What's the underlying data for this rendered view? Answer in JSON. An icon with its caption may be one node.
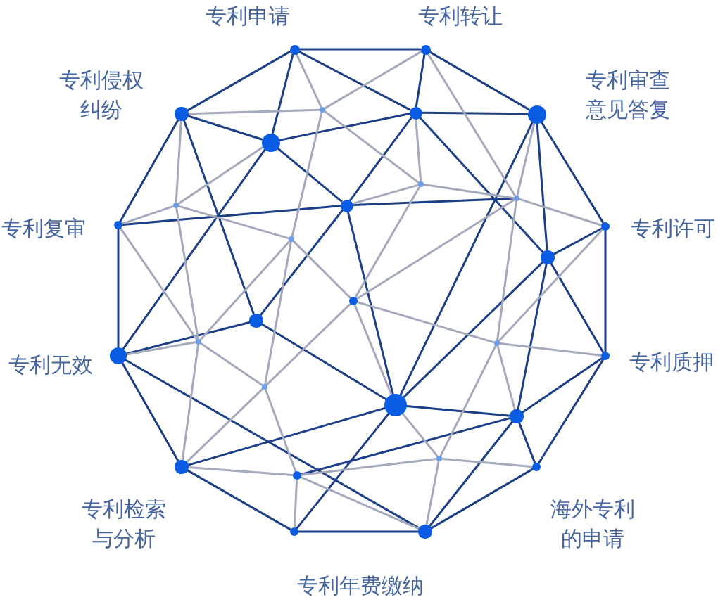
{
  "diagram": {
    "nodes": [
      {
        "text": [],
        "shape": "circle",
        "beside": [
          "专利申请"
        ]
      },
      {
        "text": [],
        "shape": "circle",
        "beside": [
          "专利转让"
        ]
      },
      {
        "text": [],
        "shape": "circle",
        "beside": [
          "专利侵权纠纷"
        ]
      },
      {
        "text": [],
        "shape": "circle"
      },
      {
        "text": [],
        "shape": "circle"
      },
      {
        "text": [],
        "shape": "circle",
        "beside": [
          "专利审查意见答复"
        ]
      },
      {
        "text": [],
        "shape": "circle"
      },
      {
        "text": [],
        "shape": "circle"
      },
      {
        "text": [],
        "shape": "circle"
      },
      {
        "text": [],
        "shape": "circle"
      },
      {
        "text": [],
        "shape": "circle"
      },
      {
        "text": [],
        "shape": "circle",
        "beside": [
          "专利复审"
        ]
      },
      {
        "text": [],
        "shape": "circle",
        "beside": [
          "专利许可"
        ]
      },
      {
        "text": [],
        "shape": "circle"
      },
      {
        "text": [],
        "shape": "circle"
      },
      {
        "text": [],
        "shape": "circle"
      },
      {
        "text": [],
        "shape": "circle"
      },
      {
        "text": [],
        "shape": "circle"
      },
      {
        "text": [],
        "shape": "circle"
      },
      {
        "text": [],
        "shape": "circle",
        "beside": [
          "专利无效"
        ]
      },
      {
        "text": [],
        "shape": "circle",
        "beside": [
          "专利质押"
        ]
      },
      {
        "text": [],
        "shape": "circle"
      },
      {
        "text": [],
        "shape": "circle"
      },
      {
        "text": [],
        "shape": "circle"
      },
      {
        "text": [],
        "shape": "circle"
      },
      {
        "text": [],
        "shape": "circle",
        "beside": [
          "专利检索与分析"
        ]
      },
      {
        "text": [],
        "shape": "circle",
        "beside": [
          "海外专利的申请"
        ]
      },
      {
        "text": [],
        "shape": "circle"
      },
      {
        "text": [],
        "shape": "circle"
      },
      {
        "text": [],
        "shape": "circle"
      }
    ],
    "edges": [
      {
        "from": 0,
        "to": 1,
        "arrow": "none"
      },
      {
        "from": 1,
        "to": 5,
        "arrow": "none"
      },
      {
        "from": 5,
        "to": 12,
        "arrow": "none"
      },
      {
        "from": 12,
        "to": 20,
        "arrow": "none"
      },
      {
        "from": 20,
        "to": 26,
        "arrow": "none"
      },
      {
        "from": 26,
        "to": 29,
        "arrow": "none"
      },
      {
        "from": 29,
        "to": 28,
        "arrow": "none"
      },
      {
        "from": 28,
        "to": 25,
        "arrow": "none"
      },
      {
        "from": 25,
        "to": 19,
        "arrow": "none"
      },
      {
        "from": 19,
        "to": 11,
        "arrow": "none"
      },
      {
        "from": 11,
        "to": 2,
        "arrow": "none"
      },
      {
        "from": 2,
        "to": 0,
        "arrow": "none"
      },
      {
        "from": 0,
        "to": 6,
        "arrow": "none"
      },
      {
        "from": 0,
        "to": 4,
        "arrow": "none"
      },
      {
        "from": 2,
        "to": 6,
        "arrow": "none"
      },
      {
        "from": 6,
        "to": 4,
        "arrow": "none"
      },
      {
        "from": 6,
        "to": 9,
        "arrow": "none"
      },
      {
        "from": 1,
        "to": 4,
        "arrow": "none"
      },
      {
        "from": 4,
        "to": 5,
        "arrow": "none"
      },
      {
        "from": 4,
        "to": 9,
        "arrow": "none"
      },
      {
        "from": 5,
        "to": 14,
        "arrow": "none"
      },
      {
        "from": 12,
        "to": 14,
        "arrow": "none"
      },
      {
        "from": 5,
        "to": 22,
        "arrow": "none"
      },
      {
        "from": 14,
        "to": 22,
        "arrow": "none"
      },
      {
        "from": 14,
        "to": 23,
        "arrow": "none"
      },
      {
        "from": 14,
        "to": 20,
        "arrow": "none"
      },
      {
        "from": 22,
        "to": 23,
        "arrow": "none"
      },
      {
        "from": 23,
        "to": 20,
        "arrow": "none"
      },
      {
        "from": 23,
        "to": 26,
        "arrow": "none"
      },
      {
        "from": 23,
        "to": 29,
        "arrow": "none"
      },
      {
        "from": 16,
        "to": 9,
        "arrow": "none"
      },
      {
        "from": 6,
        "to": 19,
        "arrow": "none"
      },
      {
        "from": 9,
        "to": 22,
        "arrow": "none"
      },
      {
        "from": 16,
        "to": 22,
        "arrow": "none"
      },
      {
        "from": 19,
        "to": 16,
        "arrow": "none"
      },
      {
        "from": 2,
        "to": 16,
        "arrow": "none"
      },
      {
        "from": 11,
        "to": 9,
        "arrow": "none"
      },
      {
        "from": 25,
        "to": 22,
        "arrow": "none"
      },
      {
        "from": 19,
        "to": 29,
        "arrow": "none"
      },
      {
        "from": 22,
        "to": 28,
        "arrow": "none"
      },
      {
        "from": 23,
        "to": 27,
        "arrow": "none"
      },
      {
        "from": 4,
        "to": 14,
        "arrow": "none"
      },
      {
        "from": 9,
        "to": 10,
        "arrow": "none"
      },
      {
        "from": 0,
        "to": 3,
        "arrow": "none",
        "color": "#a4a9bb"
      },
      {
        "from": 2,
        "to": 3,
        "arrow": "none",
        "color": "#a4a9bb"
      },
      {
        "from": 1,
        "to": 3,
        "arrow": "none",
        "color": "#a4a9bb"
      },
      {
        "from": 3,
        "to": 7,
        "arrow": "none",
        "color": "#a4a9bb"
      },
      {
        "from": 3,
        "to": 13,
        "arrow": "none",
        "color": "#a4a9bb"
      },
      {
        "from": 2,
        "to": 8,
        "arrow": "none",
        "color": "#a4a9bb"
      },
      {
        "from": 8,
        "to": 6,
        "arrow": "none",
        "color": "#a4a9bb"
      },
      {
        "from": 11,
        "to": 8,
        "arrow": "none",
        "color": "#a4a9bb"
      },
      {
        "from": 8,
        "to": 13,
        "arrow": "none",
        "color": "#a4a9bb"
      },
      {
        "from": 13,
        "to": 15,
        "arrow": "none",
        "color": "#a4a9bb"
      },
      {
        "from": 13,
        "to": 17,
        "arrow": "none",
        "color": "#a4a9bb"
      },
      {
        "from": 13,
        "to": 21,
        "arrow": "none",
        "color": "#a4a9bb"
      },
      {
        "from": 9,
        "to": 7,
        "arrow": "none",
        "color": "#a4a9bb"
      },
      {
        "from": 4,
        "to": 7,
        "arrow": "none",
        "color": "#a4a9bb"
      },
      {
        "from": 7,
        "to": 10,
        "arrow": "none",
        "color": "#a4a9bb"
      },
      {
        "from": 7,
        "to": 15,
        "arrow": "none",
        "color": "#a4a9bb"
      },
      {
        "from": 15,
        "to": 10,
        "arrow": "none",
        "color": "#a4a9bb"
      },
      {
        "from": 15,
        "to": 18,
        "arrow": "none",
        "color": "#a4a9bb"
      },
      {
        "from": 15,
        "to": 22,
        "arrow": "none",
        "color": "#a4a9bb"
      },
      {
        "from": 15,
        "to": 21,
        "arrow": "none",
        "color": "#a4a9bb"
      },
      {
        "from": 1,
        "to": 10,
        "arrow": "none",
        "color": "#a4a9bb"
      },
      {
        "from": 10,
        "to": 12,
        "arrow": "none",
        "color": "#a4a9bb"
      },
      {
        "from": 5,
        "to": 10,
        "arrow": "none",
        "color": "#a4a9bb"
      },
      {
        "from": 10,
        "to": 18,
        "arrow": "none",
        "color": "#a4a9bb"
      },
      {
        "from": 11,
        "to": 17,
        "arrow": "none",
        "color": "#a4a9bb"
      },
      {
        "from": 19,
        "to": 17,
        "arrow": "none",
        "color": "#a4a9bb"
      },
      {
        "from": 8,
        "to": 17,
        "arrow": "none",
        "color": "#a4a9bb"
      },
      {
        "from": 17,
        "to": 25,
        "arrow": "none",
        "color": "#a4a9bb"
      },
      {
        "from": 17,
        "to": 21,
        "arrow": "none",
        "color": "#a4a9bb"
      },
      {
        "from": 21,
        "to": 25,
        "arrow": "none",
        "color": "#a4a9bb"
      },
      {
        "from": 21,
        "to": 27,
        "arrow": "none",
        "color": "#a4a9bb"
      },
      {
        "from": 25,
        "to": 27,
        "arrow": "none",
        "color": "#a4a9bb"
      },
      {
        "from": 27,
        "to": 28,
        "arrow": "none",
        "color": "#a4a9bb"
      },
      {
        "from": 27,
        "to": 24,
        "arrow": "none",
        "color": "#a4a9bb"
      },
      {
        "from": 27,
        "to": 29,
        "arrow": "none",
        "color": "#a4a9bb"
      },
      {
        "from": 22,
        "to": 24,
        "arrow": "none",
        "color": "#a4a9bb"
      },
      {
        "from": 24,
        "to": 26,
        "arrow": "none",
        "color": "#a4a9bb"
      },
      {
        "from": 24,
        "to": 29,
        "arrow": "none",
        "color": "#a4a9bb"
      },
      {
        "from": 18,
        "to": 24,
        "arrow": "none",
        "color": "#a4a9bb"
      },
      {
        "from": 18,
        "to": 23,
        "arrow": "none",
        "color": "#a4a9bb"
      },
      {
        "from": 18,
        "to": 20,
        "arrow": "none",
        "color": "#a4a9bb"
      },
      {
        "from": 12,
        "to": 18,
        "arrow": "none",
        "color": "#a4a9bb"
      }
    ],
    "labels": [
      "专利年费缴纳"
    ]
  }
}
